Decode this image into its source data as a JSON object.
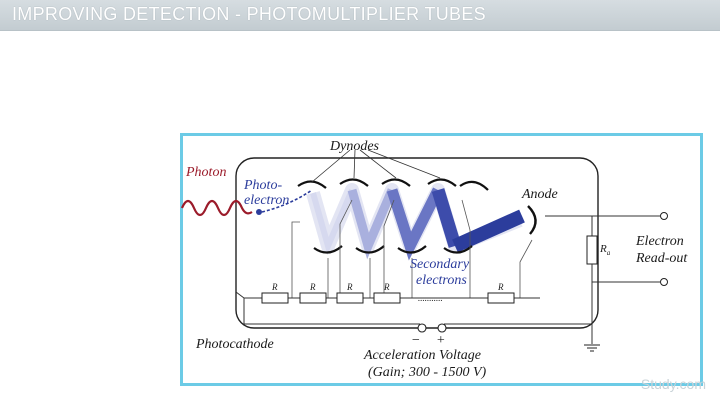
{
  "header": {
    "title": "IMPROVING DETECTION - PHOTOMULTIPLIER TUBES"
  },
  "diagram": {
    "labels": {
      "dynodes": "Dynodes",
      "photon": "Photon",
      "photoelectron_line1": "Photo-",
      "photoelectron_line2": "electron",
      "anode": "Anode",
      "electron_readout_line1": "Electron",
      "electron_readout_line2": "Read-out",
      "secondary_line1": "Secondary",
      "secondary_line2": "electrons",
      "photocathode": "Photocathode",
      "accel_voltage": "Acceleration Voltage",
      "gain": "(Gain; 300 - 1500 V)",
      "minus": "−",
      "plus": "+",
      "resistor": "R",
      "load_resistor": "R",
      "load_resistor_sub": "a",
      "ellipsis": "..........."
    },
    "colors": {
      "frame": "#6ccbe6",
      "electron": "#2c3d9c",
      "photon": "#9b1b2a"
    }
  },
  "watermark": "Study.com"
}
